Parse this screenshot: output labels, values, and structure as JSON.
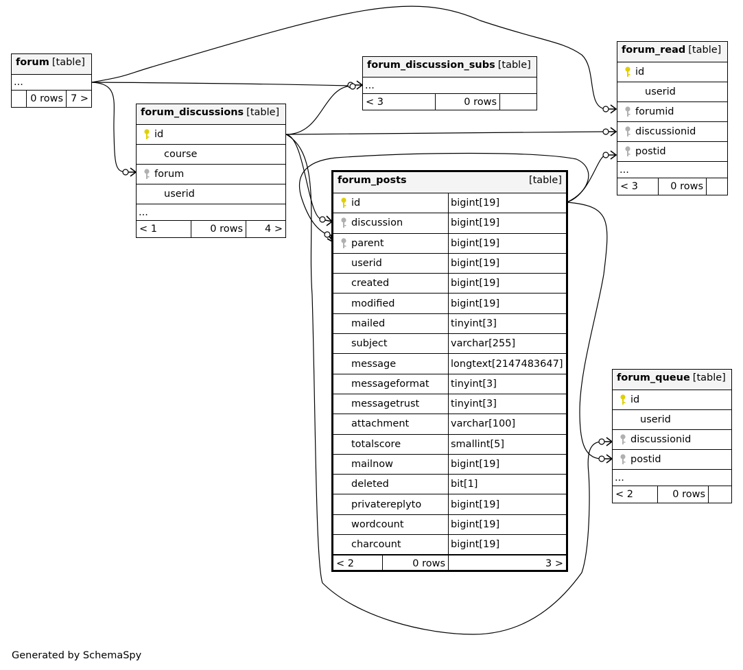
{
  "colors": {
    "primary_key": "#e0d000",
    "foreign_key": "#b0b0b0",
    "header_bg": "#f4f4f4"
  },
  "tables": {
    "forum": {
      "name": "forum",
      "kind": "[table]",
      "ellipsis": "...",
      "foot": {
        "parents": "",
        "rows": "0 rows",
        "children": "7 >"
      }
    },
    "forum_discussion_subs": {
      "name": "forum_discussion_subs",
      "kind": "[table]",
      "ellipsis": "...",
      "foot": {
        "parents": "< 3",
        "rows": "0 rows",
        "children": ""
      }
    },
    "forum_read": {
      "name": "forum_read",
      "kind": "[table]",
      "columns": [
        {
          "name": "id",
          "key": "primary-key-icon"
        },
        {
          "name": "userid",
          "key": ""
        },
        {
          "name": "forumid",
          "key": "foreign-key-icon"
        },
        {
          "name": "discussionid",
          "key": "foreign-key-icon"
        },
        {
          "name": "postid",
          "key": "foreign-key-icon"
        }
      ],
      "ellipsis": "...",
      "foot": {
        "parents": "< 3",
        "rows": "0 rows",
        "children": ""
      }
    },
    "forum_discussions": {
      "name": "forum_discussions",
      "kind": "[table]",
      "columns": [
        {
          "name": "id",
          "key": "primary-key-icon"
        },
        {
          "name": "course",
          "key": ""
        },
        {
          "name": "forum",
          "key": "foreign-key-icon"
        },
        {
          "name": "userid",
          "key": ""
        }
      ],
      "ellipsis": "...",
      "foot": {
        "parents": "< 1",
        "rows": "0 rows",
        "children": "4 >"
      }
    },
    "forum_posts": {
      "name": "forum_posts",
      "kind": "[table]",
      "columns": [
        {
          "name": "id",
          "type": "bigint[19]",
          "key": "primary-key-icon"
        },
        {
          "name": "discussion",
          "type": "bigint[19]",
          "key": "foreign-key-icon"
        },
        {
          "name": "parent",
          "type": "bigint[19]",
          "key": "foreign-key-icon"
        },
        {
          "name": "userid",
          "type": "bigint[19]",
          "key": ""
        },
        {
          "name": "created",
          "type": "bigint[19]",
          "key": ""
        },
        {
          "name": "modified",
          "type": "bigint[19]",
          "key": ""
        },
        {
          "name": "mailed",
          "type": "tinyint[3]",
          "key": ""
        },
        {
          "name": "subject",
          "type": "varchar[255]",
          "key": ""
        },
        {
          "name": "message",
          "type": "longtext[2147483647]",
          "key": ""
        },
        {
          "name": "messageformat",
          "type": "tinyint[3]",
          "key": ""
        },
        {
          "name": "messagetrust",
          "type": "tinyint[3]",
          "key": ""
        },
        {
          "name": "attachment",
          "type": "varchar[100]",
          "key": ""
        },
        {
          "name": "totalscore",
          "type": "smallint[5]",
          "key": ""
        },
        {
          "name": "mailnow",
          "type": "bigint[19]",
          "key": ""
        },
        {
          "name": "deleted",
          "type": "bit[1]",
          "key": ""
        },
        {
          "name": "privatereplyto",
          "type": "bigint[19]",
          "key": ""
        },
        {
          "name": "wordcount",
          "type": "bigint[19]",
          "key": ""
        },
        {
          "name": "charcount",
          "type": "bigint[19]",
          "key": ""
        }
      ],
      "foot": {
        "parents": "< 2",
        "rows": "0 rows",
        "children": "3 >"
      }
    },
    "forum_queue": {
      "name": "forum_queue",
      "kind": "[table]",
      "columns": [
        {
          "name": "id",
          "key": "primary-key-icon"
        },
        {
          "name": "userid",
          "key": ""
        },
        {
          "name": "discussionid",
          "key": "foreign-key-icon"
        },
        {
          "name": "postid",
          "key": "foreign-key-icon"
        }
      ],
      "ellipsis": "...",
      "foot": {
        "parents": "< 2",
        "rows": "0 rows",
        "children": ""
      }
    }
  },
  "footer": "Generated by SchemaSpy"
}
